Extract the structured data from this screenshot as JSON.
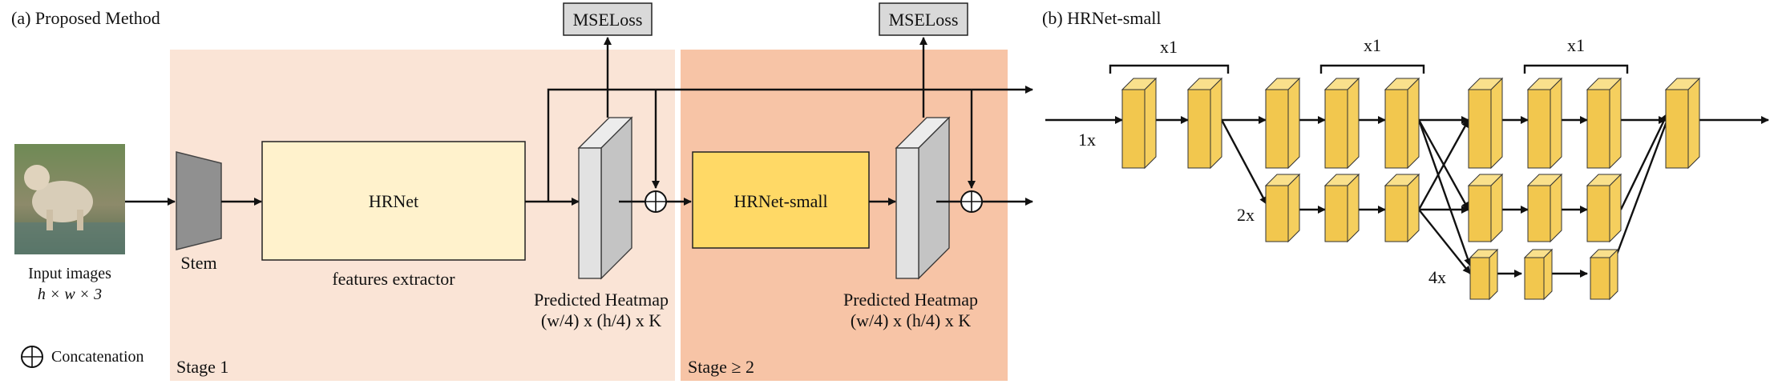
{
  "panel_a": {
    "title": "(a) Proposed Method",
    "input_label_1": "Input images",
    "input_label_2": "h × w × 3",
    "stem_label": "Stem",
    "hrnet_label": "HRNet",
    "features_label": "features extractor",
    "mse_label_1": "MSELoss",
    "mse_label_2": "MSELoss",
    "heatmap1_line1": "Predicted Heatmap",
    "heatmap1_line2": "(w/4) x (h/4) x K",
    "hrnet_small_label": "HRNet-small",
    "heatmap2_line1": "Predicted Heatmap",
    "heatmap2_line2": "(w/4) x (h/4) x K",
    "stage1_label": "Stage 1",
    "stage2_label": "Stage ≥ 2",
    "legend_label": "Concatenation"
  },
  "panel_b": {
    "title": "(b) HRNet-small",
    "group1_label": "x1",
    "group2_label": "x1",
    "group3_label": "x1",
    "row1_label": "1x",
    "row2_label": "2x",
    "row3_label": "4x"
  },
  "colors": {
    "stage1_bg": "#fae4d6",
    "stage2_bg": "#f7c4a6",
    "hrnet_fill": "#fff2cc",
    "hrnet_small_fill": "#ffd966",
    "block_yellow": "#f5cf5e",
    "heatmap_gray": "#e2e2e2",
    "mse_gray": "#d9d9d9",
    "stem_gray": "#909090"
  }
}
